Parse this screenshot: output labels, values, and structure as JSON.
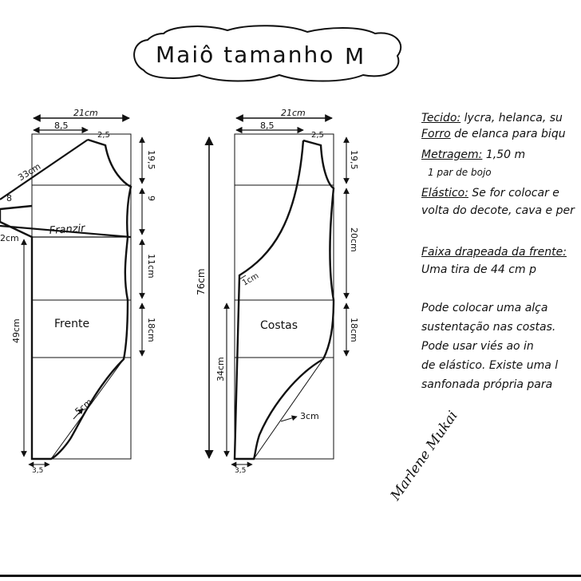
{
  "title": {
    "main": "Maiô tamanho",
    "size": "M"
  },
  "front": {
    "label": "Frente",
    "gather_label": "Franzir",
    "dims": {
      "width": "21cm",
      "top": "8,5",
      "shoulder": "2,5",
      "diag": "33cm",
      "side_a": "8",
      "side_b": "2cm",
      "r1": "19,5",
      "r2": "9",
      "r3": "11cm",
      "r4": "18cm",
      "left": "49cm",
      "leg": "5cm",
      "bottom": "3,5"
    }
  },
  "back": {
    "label": "Costas",
    "dims": {
      "width": "21cm",
      "top": "8,5",
      "shoulder": "2,5",
      "r1": "19,5",
      "r2": "20cm",
      "r3": "18cm",
      "full_height": "76cm",
      "left": "34cm",
      "inner": "1cm",
      "leg": "3cm",
      "bottom": "3,5"
    }
  },
  "notes": {
    "tecido_label": "Tecido:",
    "tecido_text": " lycra, helanca, su",
    "forro_label": "Forro",
    "forro_text": " de elanca para biqu",
    "metragem_label": "Metragem:",
    "metragem_text": " 1,50 m",
    "bojo": "1 par de bojo",
    "elastico_label": "Elástico:",
    "elastico_text": " Se for colocar e",
    "elastico_text2": "volta do decote, cava e per",
    "faixa_label": "Faixa drapeada da frente:",
    "faixa_text": "Uma tira de 44 cm p",
    "pode1": "Pode colocar uma alça",
    "pode2": "sustentação nas costas.",
    "pode3": "Pode usar viés ao in",
    "pode4": "de elástico. Existe uma l",
    "pode5": "sanfonada própria para"
  },
  "signature": "Marlene Mukai"
}
